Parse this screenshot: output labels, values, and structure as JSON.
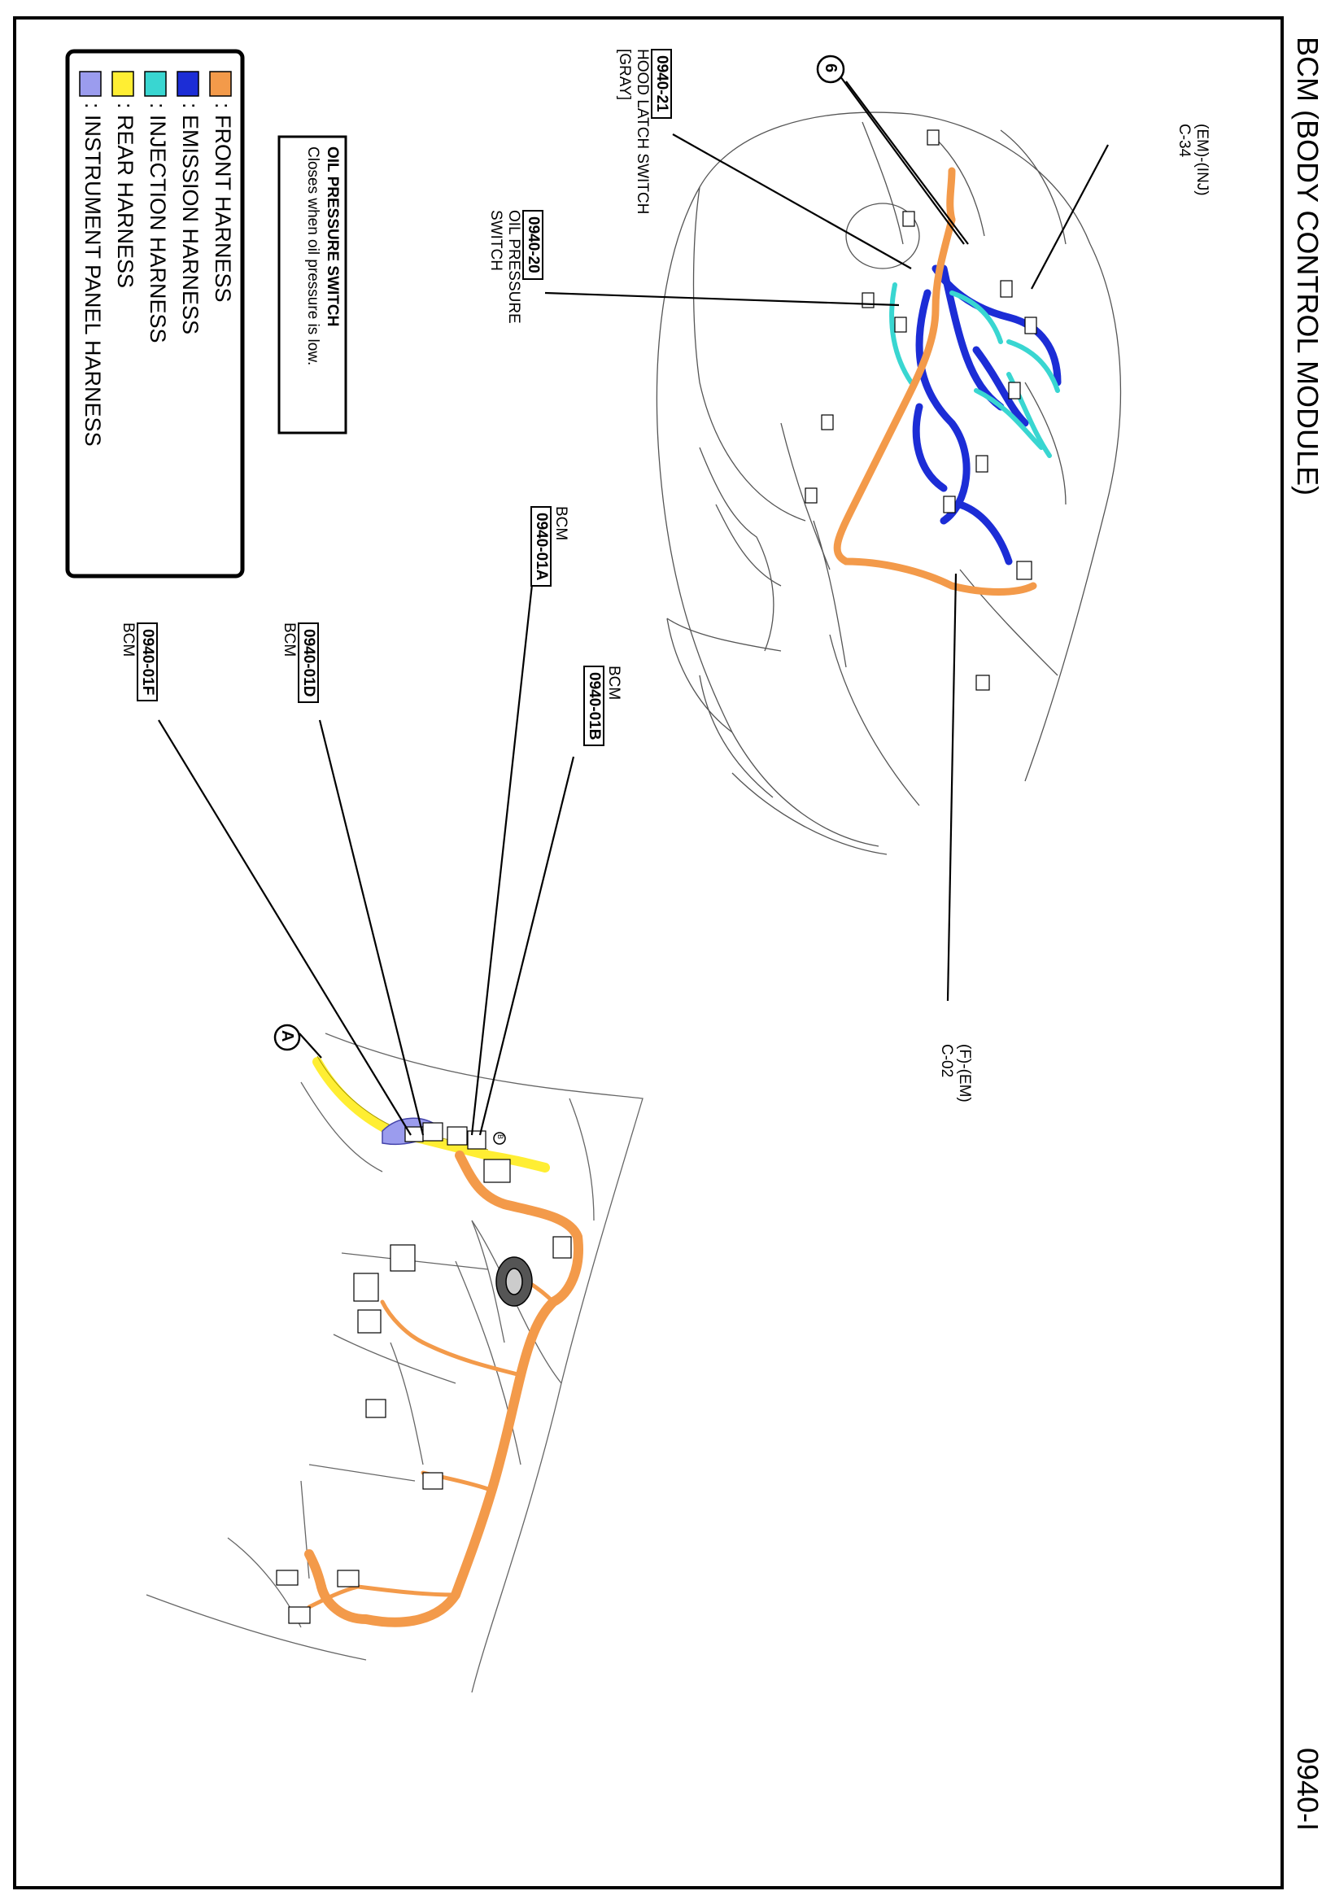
{
  "title": "BCM (BODY CONTROL MODULE)",
  "page_number": "0940-I",
  "legend": [
    {
      "label": ": FRONT HARNESS",
      "color": "#f39a4a"
    },
    {
      "label": ": EMISSION HARNESS",
      "color": "#1c2dd6"
    },
    {
      "label": ": INJECTION HARNESS",
      "color": "#39d6d1"
    },
    {
      "label": ": REAR HARNESS",
      "color": "#ffee33"
    },
    {
      "label": ": INSTRUMENT PANEL HARNESS",
      "color": "#9b9cee"
    }
  ],
  "note": {
    "title": "OIL PRESSURE SWITCH",
    "body": "Closes when oil pressure is low."
  },
  "callouts": {
    "c0940_21": {
      "code": "0940-21",
      "line1": "HOOD LATCH SWITCH",
      "line2": "[GRAY]"
    },
    "c0940_20": {
      "code": "0940-20",
      "line1": "OIL PRESSURE",
      "line2": "SWITCH"
    },
    "em_inj": {
      "line1": "(EM)-(INJ)",
      "line2": "C-34"
    },
    "f_em": {
      "line1": "(F)-(EM)",
      "line2": "C-02"
    },
    "c0940_01A": {
      "name": "BCM",
      "code": "0940-01A"
    },
    "c0940_01B": {
      "name": "BCM",
      "code": "0940-01B"
    },
    "c0940_01D": {
      "code": "0940-01D",
      "name": "BCM"
    },
    "c0940_01F": {
      "code": "0940-01F",
      "name": "BCM"
    },
    "marker_6": "6",
    "marker_A": "A",
    "marker_B": "B"
  },
  "colors": {
    "front": "#f39a4a",
    "emission": "#1c2dd6",
    "injection": "#39d6d1",
    "rear": "#ffee33",
    "instrument": "#9b9cee",
    "outline": "#000000"
  }
}
